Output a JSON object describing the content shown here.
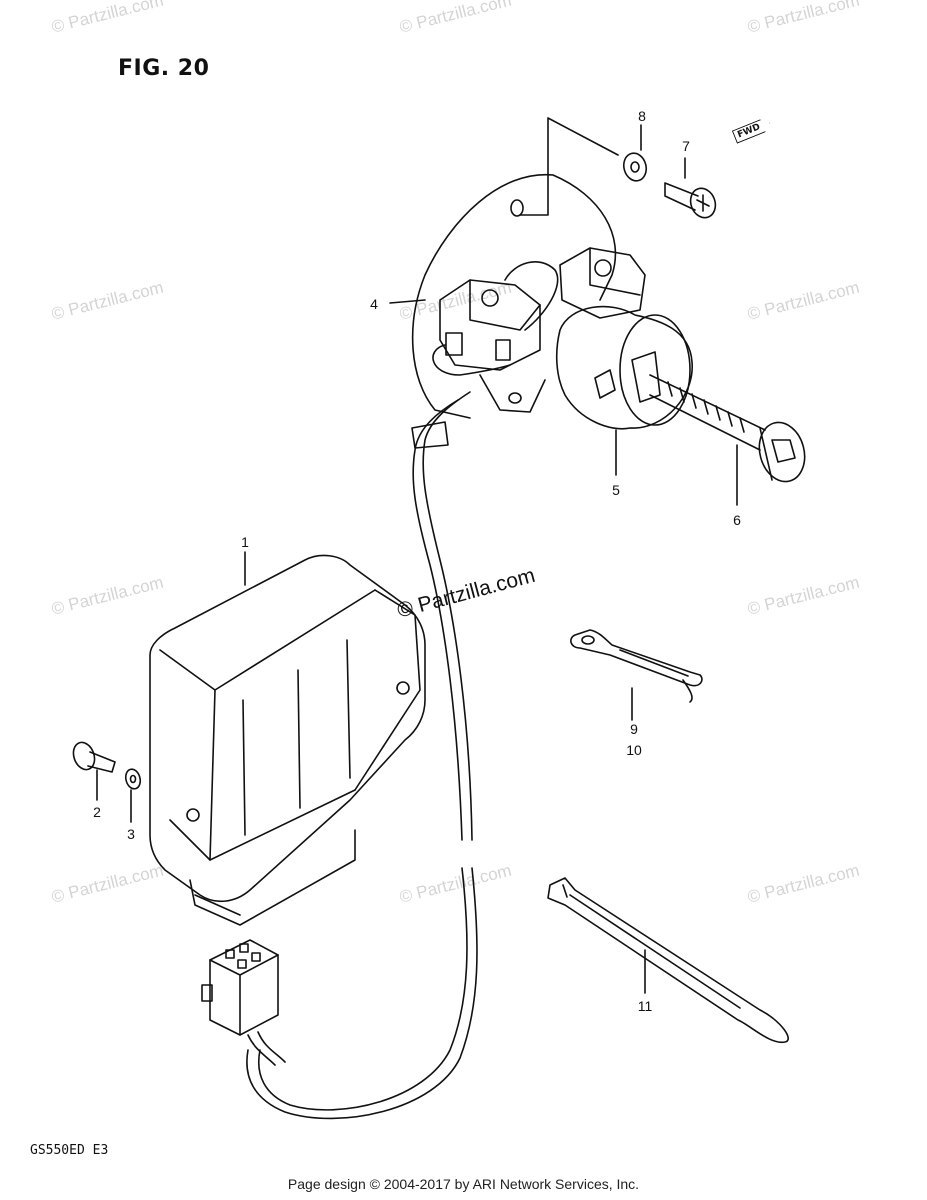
{
  "figure": {
    "title": "FIG. 20",
    "model": "GS550ED  E3"
  },
  "footer": {
    "text": "Page design © 2004-2017 by ARI Network Services, Inc."
  },
  "direction_badge": "FWD",
  "watermarks": {
    "main": "© Partzilla.com",
    "tile": "© Partzilla.com"
  },
  "callouts": [
    {
      "id": "1",
      "label": "1"
    },
    {
      "id": "2",
      "label": "2"
    },
    {
      "id": "3",
      "label": "3"
    },
    {
      "id": "4",
      "label": "4"
    },
    {
      "id": "5",
      "label": "5"
    },
    {
      "id": "6",
      "label": "6"
    },
    {
      "id": "7",
      "label": "7"
    },
    {
      "id": "8",
      "label": "8"
    },
    {
      "id": "9",
      "label": "9"
    },
    {
      "id": "10",
      "label": "10"
    },
    {
      "id": "11",
      "label": "11"
    }
  ],
  "colors": {
    "line": "#111111",
    "watermark": "#d4d4d4",
    "background": "#ffffff"
  }
}
